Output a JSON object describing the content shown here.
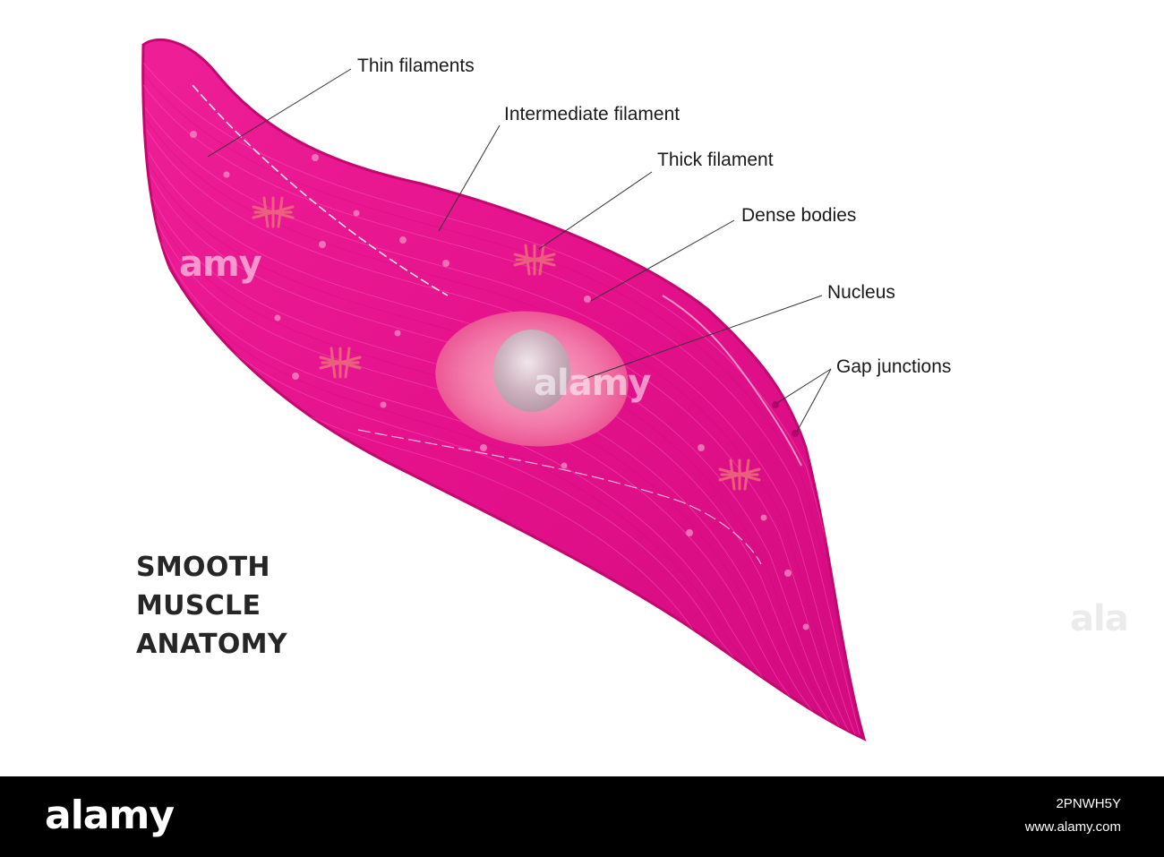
{
  "title": {
    "lines": [
      "SMOOTH",
      "MUSCLE",
      "ANATOMY"
    ]
  },
  "labels": {
    "thin_filaments": "Thin filaments",
    "intermediate_filament": "Intermediate filament",
    "thick_filament": "Thick filament",
    "dense_bodies": "Dense bodies",
    "nucleus": "Nucleus",
    "gap_junctions": "Gap junctions"
  },
  "watermark": {
    "text": "alamy",
    "fragment_left": "amy",
    "fragment_right": "ala"
  },
  "footer": {
    "logo": "alamy",
    "image_id": "2PNWH5Y",
    "reference": "www.alamy.com"
  },
  "colors": {
    "cell": "#e6148e",
    "cell_dark": "#c20a76",
    "nucleus_outer": "#f07aa8",
    "nucleus_inner": "#c9b3bd",
    "footer": "#000000"
  }
}
